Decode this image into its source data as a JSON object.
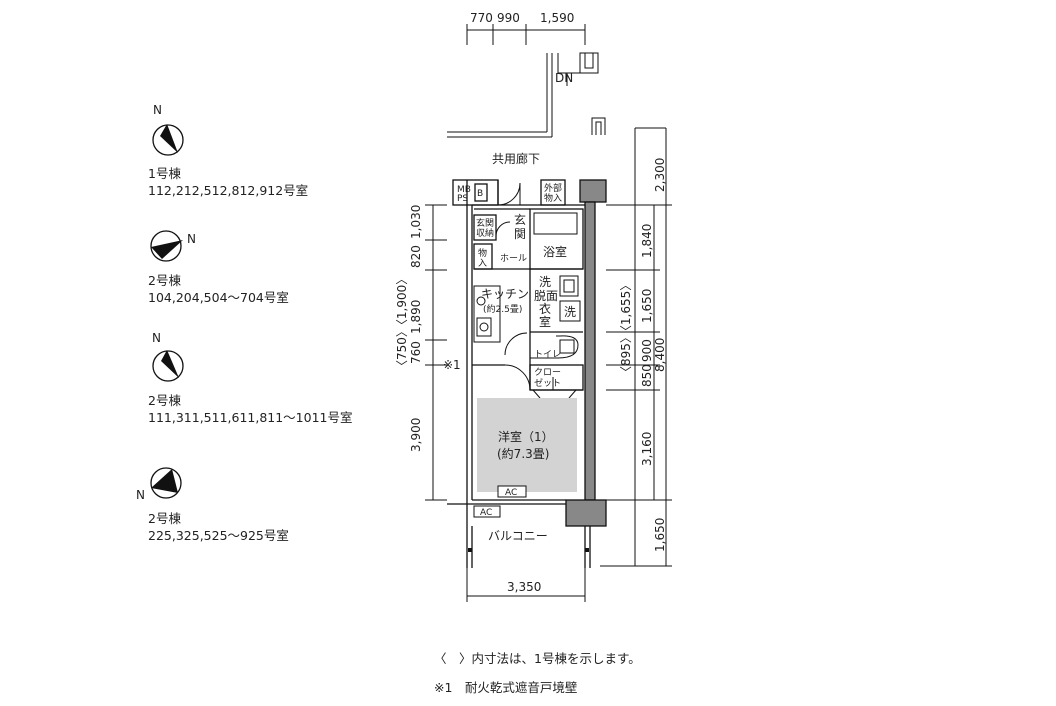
{
  "compass_groups": [
    {
      "building": "1号棟",
      "rooms": "112,212,512,812,912号室"
    },
    {
      "building": "2号棟",
      "rooms": "104,204,504〜704号室"
    },
    {
      "building": "2号棟",
      "rooms": "111,311,511,611,811〜1011号室"
    },
    {
      "building": "2号棟",
      "rooms": "225,325,525〜925号室"
    }
  ],
  "north_label": "N",
  "top_dims": [
    "770",
    "990",
    "1,590"
  ],
  "dn_label": "DN",
  "corridor_label": "共用廊下",
  "rooms": {
    "mbps_1": "MB",
    "mbps_2": "PS",
    "b_label": "B",
    "outdoor_storage_1": "外部",
    "outdoor_storage_2": "物入",
    "entrance_storage_1": "玄関",
    "entrance_storage_2": "収納",
    "entrance_1": "玄",
    "entrance_2": "関",
    "closet_small_1": "物",
    "closet_small_2": "入",
    "hall": "ホール",
    "bath": "浴室",
    "kitchen_1": "キッチン",
    "kitchen_2": "(約2.5畳)",
    "washroom_1": "洗",
    "washroom_2": "脱面",
    "washroom_3": "衣",
    "washroom_4": "室",
    "washer": "洗",
    "toilet": "トイレ",
    "closet_1": "クロー",
    "closet_2": "ゼット",
    "western_1": "洋室（1）",
    "western_2": "(約7.3畳)",
    "ac_1": "AC",
    "ac_2": "AC",
    "balcony": "バルコニー",
    "fire_wall_mark": "※1"
  },
  "left_dims": [
    "1,030",
    "820",
    "〈750〉〈1,900〉",
    "1,890",
    "760",
    "3,900"
  ],
  "right_dims": [
    "2,300",
    "1,840",
    "1,650",
    "〈895〉〈1,655〉",
    "900",
    "850",
    "8,400",
    "3,160",
    "1,650"
  ],
  "bottom_dim": "3,350",
  "notes": [
    "〈　〉内寸法は、1号棟を示します。",
    "※1　耐火乾式遮音戸境壁"
  ]
}
